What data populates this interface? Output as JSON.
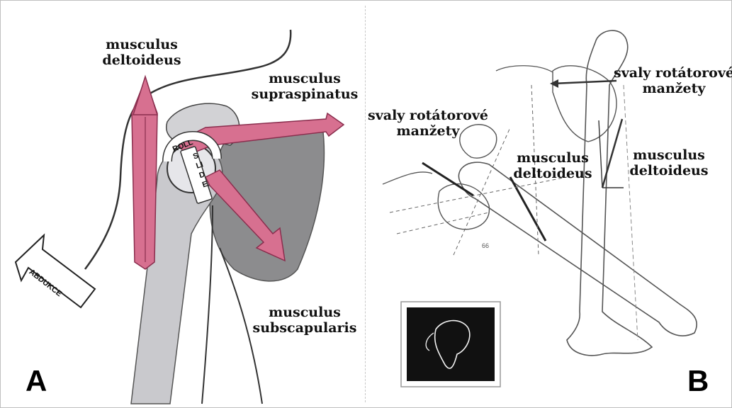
{
  "panel_a": {
    "letter": "A",
    "labels": {
      "deltoideus": [
        "musculus",
        "deltoideus"
      ],
      "supraspinatus": [
        "musculus",
        "supraspinatus"
      ],
      "subscapularis": [
        "musculus",
        "subscapularis"
      ]
    },
    "arrow_text": "ABDUKCE",
    "roll_text": "ROLL",
    "slide_text": "SLIDE"
  },
  "panel_b": {
    "letter": "B",
    "labels": {
      "rotator_top": [
        "svaly rotátorové",
        "manžety"
      ],
      "rotator_left": [
        "svaly rotátorové",
        "manžety"
      ],
      "deltoideus_mid": [
        "musculus",
        "deltoideus"
      ],
      "deltoideus_right": [
        "musculus",
        "deltoideus"
      ]
    },
    "page_number": "66"
  },
  "colors": {
    "muscle": "#d77090",
    "muscle_dark": "#b84a6a",
    "bone_gray": "#8c8c8e",
    "bone_light": "#c9c9cd",
    "line": "#333333"
  }
}
